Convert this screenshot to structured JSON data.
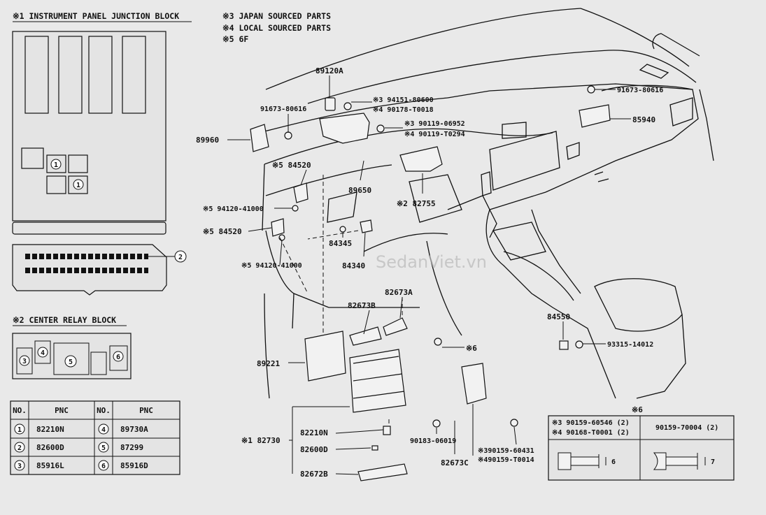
{
  "notes": {
    "jb_title": "※1 INSTRUMENT PANEL JUNCTION BLOCK",
    "n3": "※3 JAPAN SOURCED PARTS",
    "n4": "※4 LOCAL SOURCED PARTS",
    "n5": "※5 6F",
    "relay_title": "※2 CENTER RELAY BLOCK"
  },
  "callouts": {
    "c1": "1",
    "c2": "2",
    "c3": "3",
    "c4": "4",
    "c5": "5",
    "c6": "6"
  },
  "parts": {
    "p89120A": "89120A",
    "p94151": "※3 94151-80600",
    "p90178": "※4 90178-T0018",
    "p91673a": "91673-80616",
    "p89960": "89960",
    "p90119a": "※3 90119-06952",
    "p90119b": "※4 90119-T0294",
    "p91673b": "91673-80616",
    "p85940": "85940",
    "p84520a": "※5 84520",
    "p89650": "89650",
    "p82755": "※2 82755",
    "p94120a": "※5 94120-41000",
    "p84520b": "※5 84520",
    "p84345": "84345",
    "p94120b": "※5 94120-41000",
    "p84340": "84340",
    "p82673A": "82673A",
    "p82673B": "82673B",
    "p84550": "84550",
    "p93315": "93315-14012",
    "p89221": "89221",
    "pStar6": "※6",
    "p82730": "※1 82730",
    "p82210N": "82210N",
    "p82600D": "82600D",
    "p82672B": "82672B",
    "p90183": "90183-06019",
    "p90159a": "※390159-60431",
    "p90159b": "※490159-T0014",
    "p82673C": "82673C"
  },
  "pnc_table": {
    "headers": [
      "NO.",
      "PNC",
      "NO.",
      "PNC"
    ],
    "rows": [
      {
        "no1": "1",
        "pnc1": "82210N",
        "no2": "4",
        "pnc2": "89730A"
      },
      {
        "no1": "2",
        "pnc1": "82600D",
        "no2": "5",
        "pnc2": "87299"
      },
      {
        "no1": "3",
        "pnc1": "85916L",
        "no2": "6",
        "pnc2": "85916D"
      }
    ]
  },
  "bolt_box": {
    "title": "※6",
    "left_l1": "※3 90159-60546 (2)",
    "left_l2": "※4 90168-T0001 (2)",
    "right_l1": "90159-70004 (2)",
    "dim_left": "6",
    "dim_right": "7"
  },
  "watermark": "SedanViet.vn"
}
